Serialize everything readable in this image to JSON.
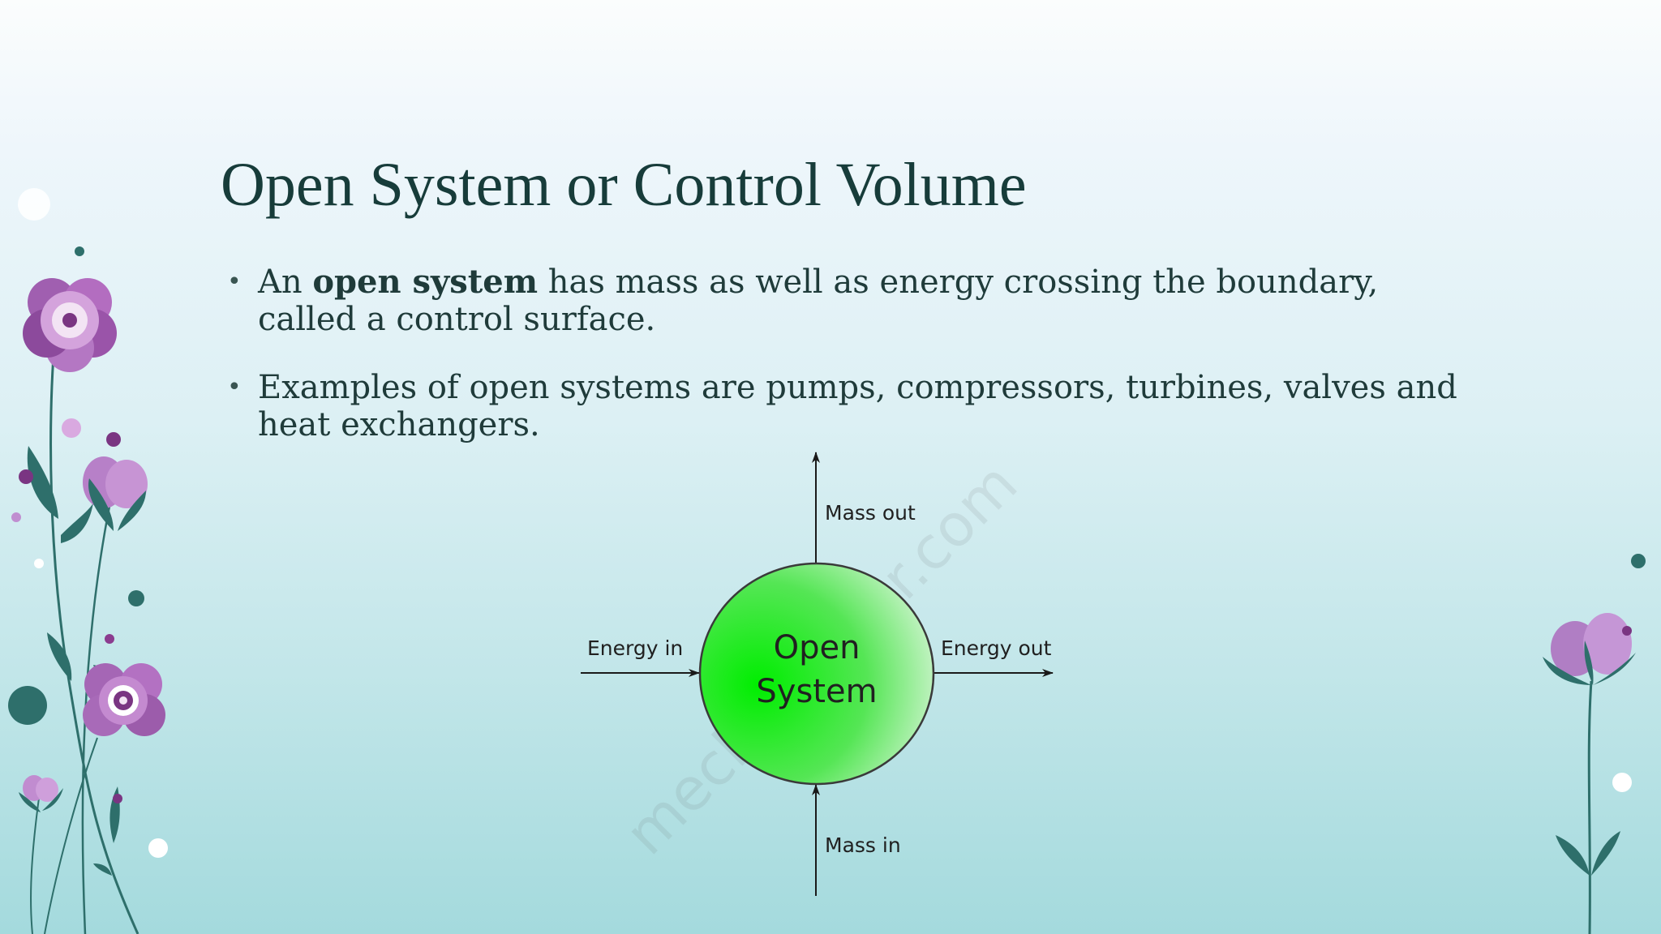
{
  "slide": {
    "title": "Open System or Control Volume",
    "bullets": [
      {
        "before": "An ",
        "bold": "open system",
        "after": " has mass as well as energy crossing the boundary, called a control surface."
      },
      {
        "before": "Examples of open systems are pumps, compressors, turbines, valves and heat exchangers.",
        "bold": "",
        "after": ""
      }
    ]
  },
  "diagram": {
    "system_label_line1": "Open",
    "system_label_line2": "System",
    "mass_out": "Mass out",
    "mass_in": "Mass in",
    "energy_in": "Energy in",
    "energy_out": "Energy out",
    "watermark": "mechteacher.com",
    "circle_color": "#00ee00"
  }
}
